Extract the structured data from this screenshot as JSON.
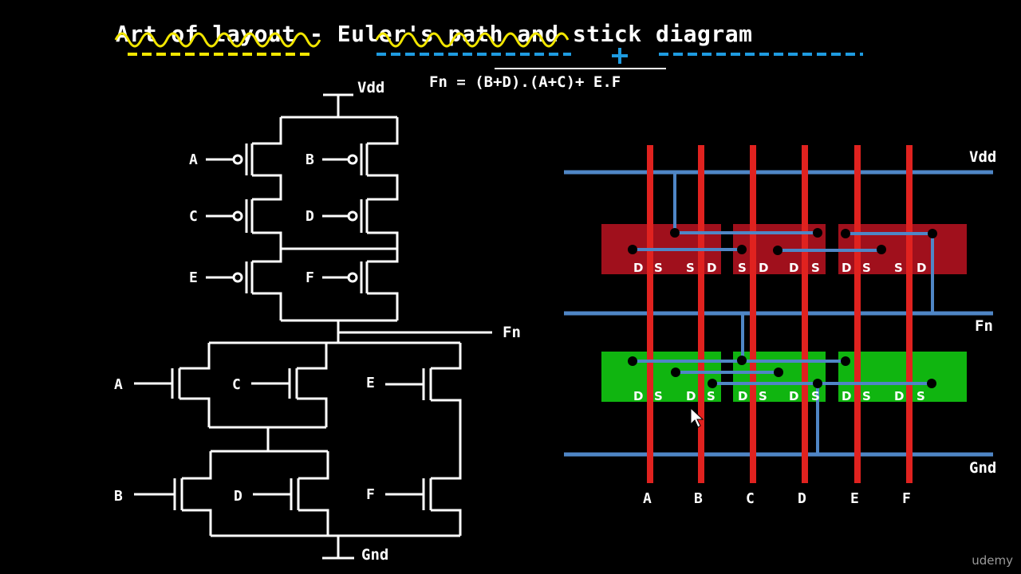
{
  "title": {
    "part1": "Art of layout",
    "separator": " - ",
    "part2": "Euler's path",
    "part3": " and stick diagram"
  },
  "equation": "Fn = (B+D).(A+C)+ E.F",
  "schematic": {
    "vdd": "Vdd",
    "gnd": "Gnd",
    "fn": "Fn",
    "pmos_labels": [
      "A",
      "B",
      "C",
      "D",
      "E",
      "F"
    ],
    "nmos_labels": [
      "A",
      "C",
      "E",
      "B",
      "D",
      "F"
    ]
  },
  "stick": {
    "rail_vdd": "Vdd",
    "rail_fn": "Fn",
    "rail_gnd": "Gnd",
    "columns": [
      "A",
      "B",
      "C",
      "D",
      "E",
      "F"
    ],
    "pdiff_terminals": [
      "D",
      "S",
      "S",
      "D",
      "S",
      "D",
      "D",
      "S",
      "D",
      "S",
      "S",
      "D"
    ],
    "ndiff_terminals": [
      "D",
      "S",
      "D",
      "S",
      "D",
      "S",
      "D",
      "S",
      "D",
      "S",
      "D",
      "S"
    ]
  },
  "colors": {
    "poly": "#e0221f",
    "metal": "#4f86c6",
    "pdiff": "#a0101c",
    "ndiff": "#10b510",
    "highlight": "#f2e600",
    "dash_blue": "#1e9be0"
  },
  "watermark": "udemy"
}
